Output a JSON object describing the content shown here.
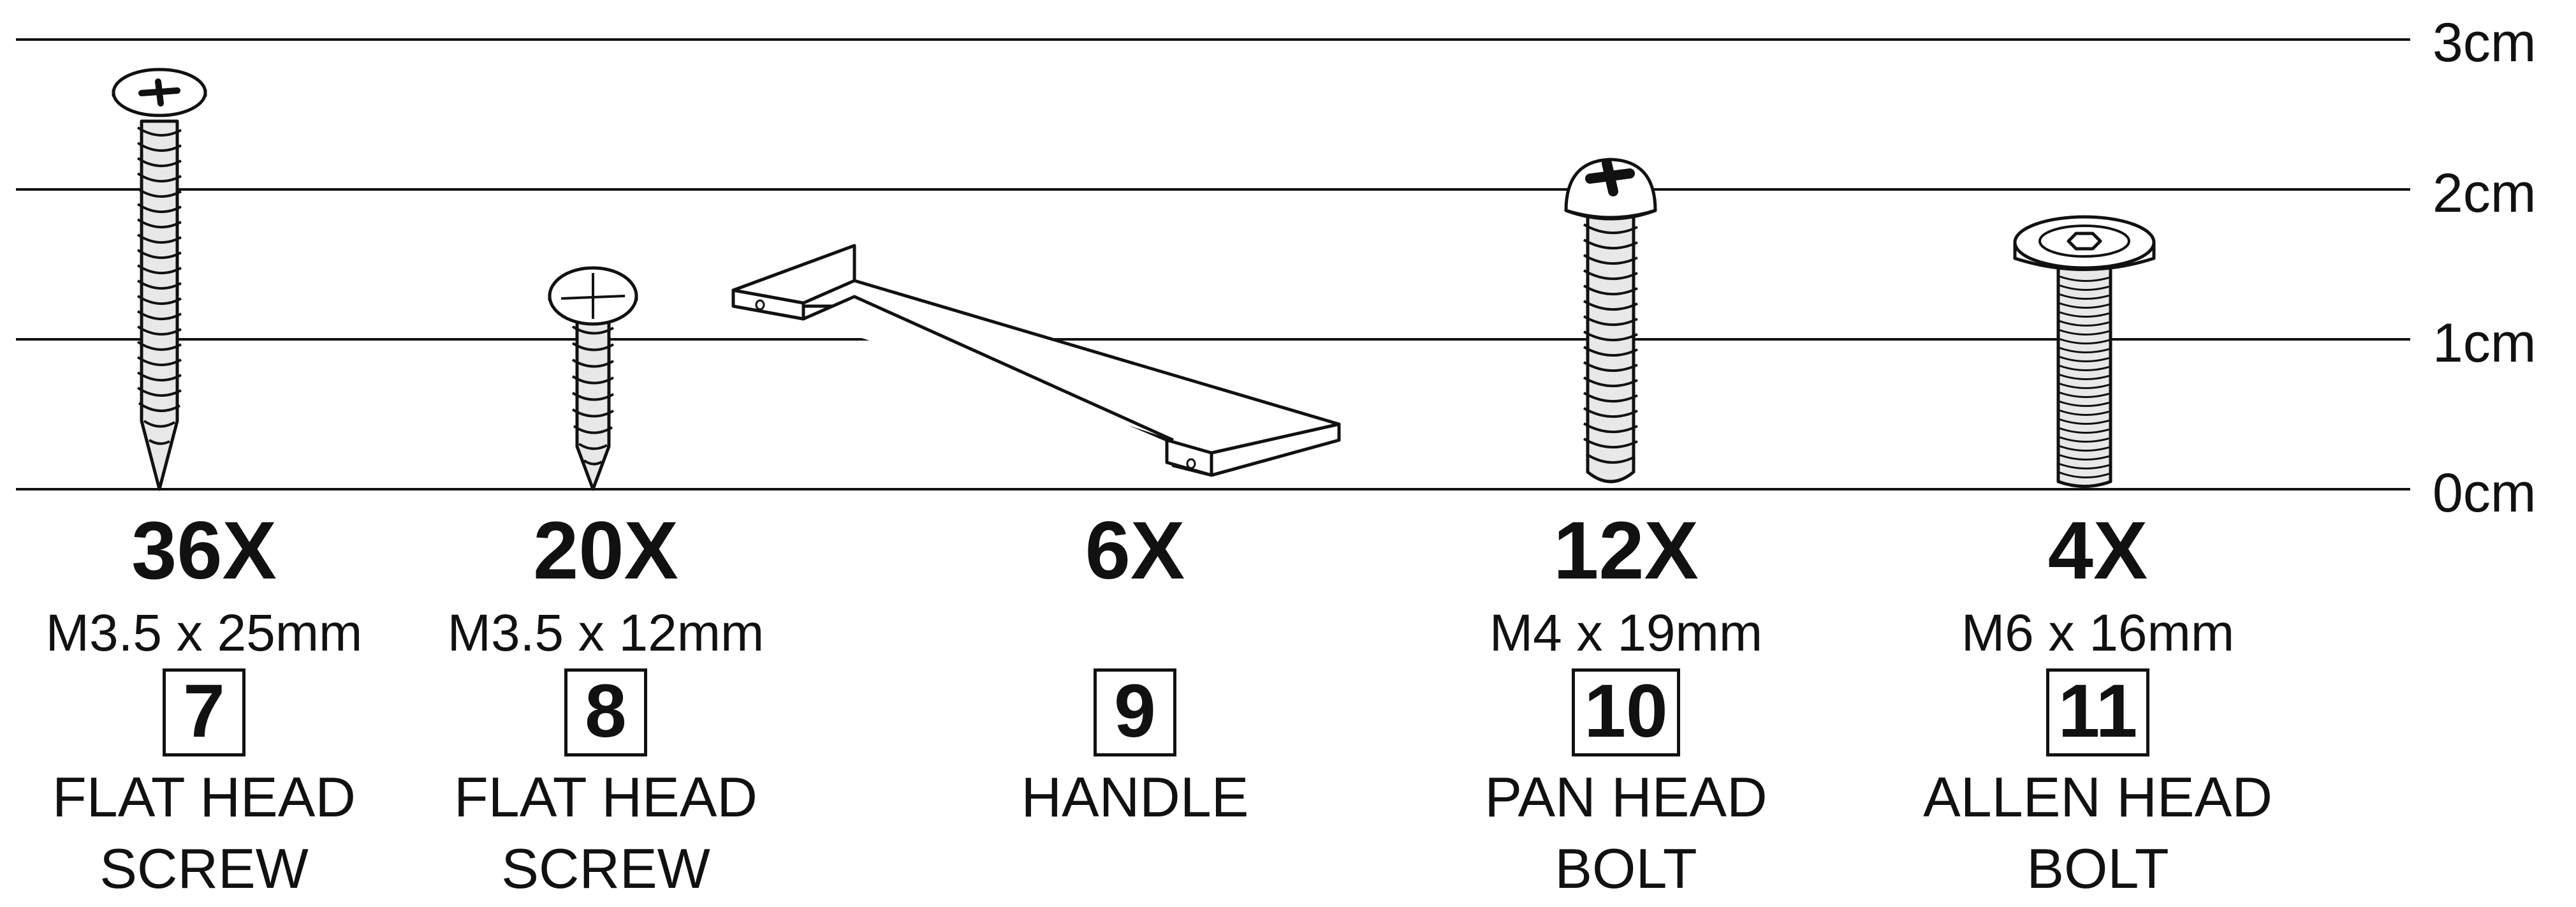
{
  "ruler": {
    "unit": "cm",
    "ticks": [
      {
        "value": 3,
        "label": "3cm"
      },
      {
        "value": 2,
        "label": "2cm"
      },
      {
        "value": 1,
        "label": "1cm"
      },
      {
        "value": 0,
        "label": "0cm"
      }
    ]
  },
  "parts": [
    {
      "number": "7",
      "quantity": "36X",
      "spec": "M3.5 x 25mm",
      "name_line1": "FLAT HEAD",
      "name_line2": "SCREW",
      "icon": "flat-head-screw-icon",
      "length_cm": 2.7
    },
    {
      "number": "8",
      "quantity": "20X",
      "spec": "M3.5 x 12mm",
      "name_line1": "FLAT HEAD",
      "name_line2": "SCREW",
      "icon": "flat-head-screw-icon",
      "length_cm": 1.4
    },
    {
      "number": "9",
      "quantity": "6X",
      "spec": "",
      "name_line1": "HANDLE",
      "name_line2": "",
      "icon": "handle-icon"
    },
    {
      "number": "10",
      "quantity": "12X",
      "spec": "M4 x 19mm",
      "name_line1": "PAN HEAD",
      "name_line2": "BOLT",
      "icon": "pan-head-bolt-icon",
      "length_cm": 2.1
    },
    {
      "number": "11",
      "quantity": "4X",
      "spec": "M6 x 16mm",
      "name_line1": "ALLEN HEAD",
      "name_line2": "BOLT",
      "icon": "allen-head-bolt-icon",
      "length_cm": 1.7
    }
  ]
}
